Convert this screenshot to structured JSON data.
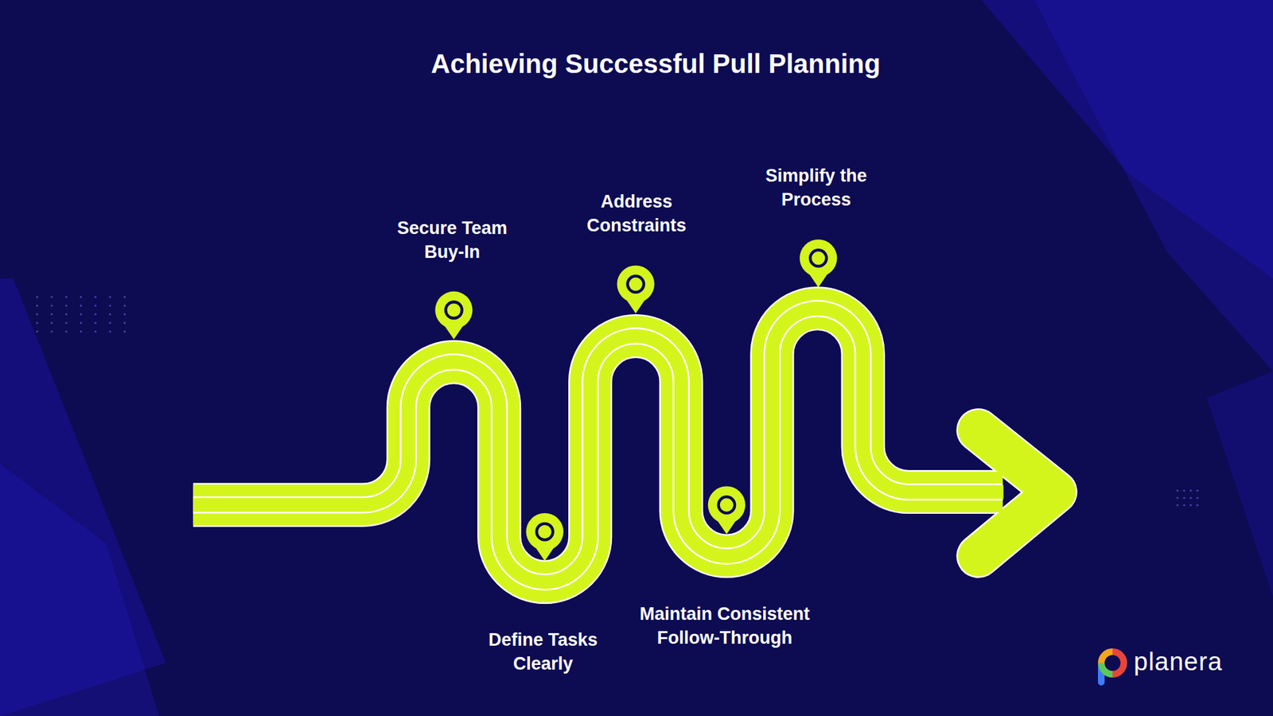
{
  "diagram": {
    "title": "Achieving Successful Pull Planning",
    "labels": [
      "Secure Team Buy-In",
      "Define Tasks Clearly",
      "Address Constraints",
      "Maintain Consistent Follow-Through",
      "Simplify the Process",
      "planera"
    ]
  }
}
